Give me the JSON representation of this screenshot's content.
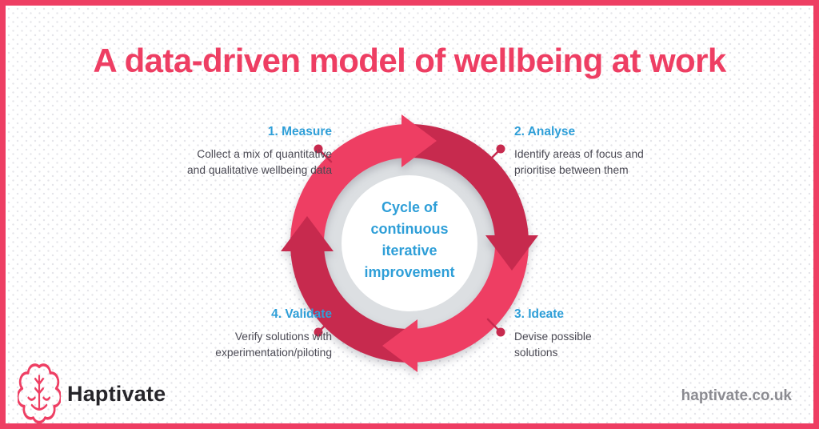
{
  "colors": {
    "accent": "#ee3e63",
    "dark": "#c72a4e",
    "blue": "#2f9fd8",
    "ring": "#dcdfe2",
    "white": "#ffffff",
    "text": "#4b4a54",
    "muted": "#8b8b91",
    "brand": "#26252a"
  },
  "title": "A data-driven model of wellbeing at work",
  "diagram": {
    "center_lines": [
      "Cycle of",
      "continuous",
      "iterative",
      "improvement"
    ],
    "steps": [
      {
        "label": "1. Measure",
        "lines": [
          "Collect a mix of quantitative",
          "and qualitative wellbeing data"
        ]
      },
      {
        "label": "2. Analyse",
        "lines": [
          "Identify areas of focus and",
          "prioritise between them"
        ]
      },
      {
        "label": "3. Ideate",
        "lines": [
          "Devise possible",
          "solutions"
        ]
      },
      {
        "label": "4. Validate",
        "lines": [
          "Verify solutions with",
          "experimentation/piloting"
        ]
      }
    ]
  },
  "footer": {
    "brand": "Haptivate",
    "website": "haptivate.co.uk"
  }
}
